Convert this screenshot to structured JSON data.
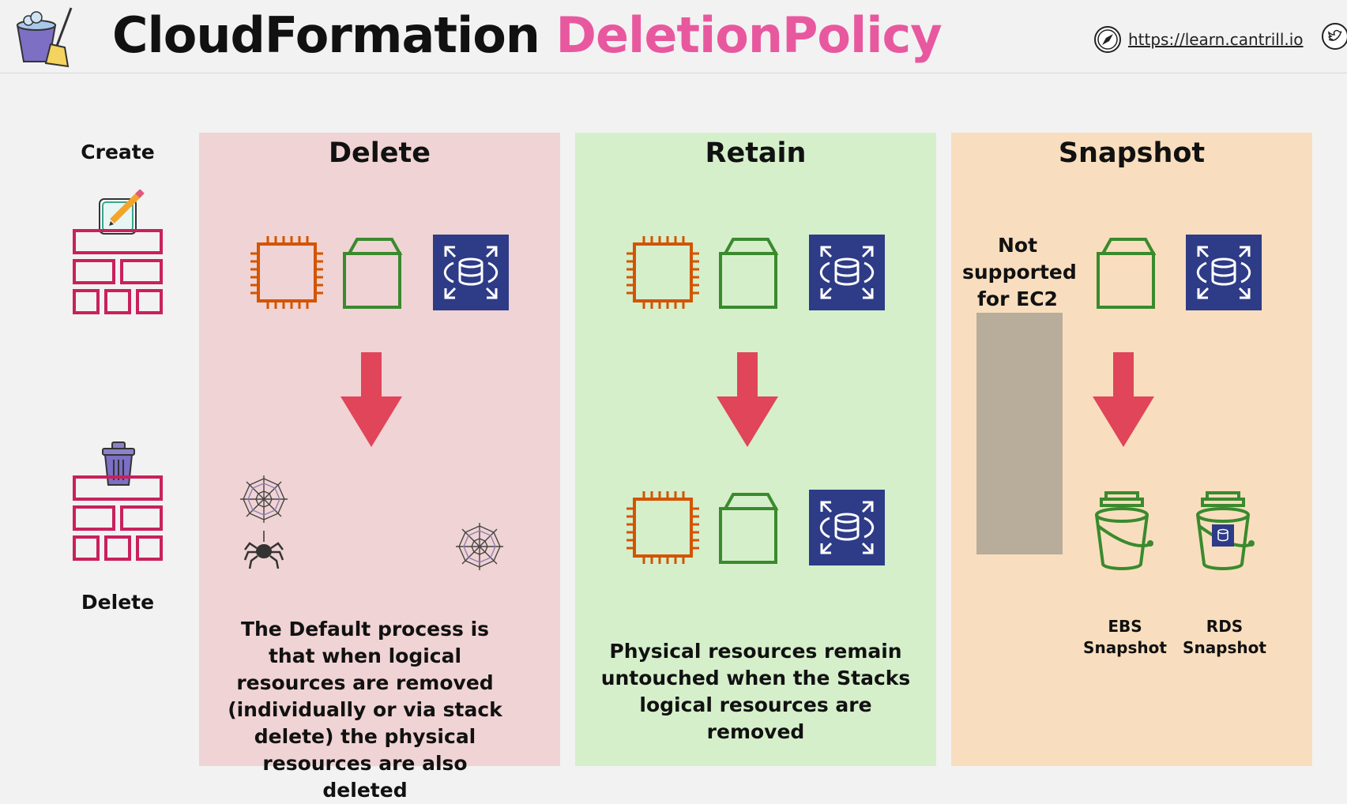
{
  "header": {
    "title_main": "CloudFormation",
    "title_highlight": "DeletionPolicy",
    "site_url": "https://learn.cantrill.io",
    "accent_color": "#e8589f"
  },
  "left": {
    "create_label": "Create",
    "delete_label": "Delete"
  },
  "columns": {
    "delete": {
      "title": "Delete",
      "description": "The Default process is that when logical resources are removed (individually or via stack delete) the physical resources are also deleted",
      "bg": "#f0d3d4"
    },
    "retain": {
      "title": "Retain",
      "description": "Physical resources remain untouched when the Stacks logical resources are removed",
      "bg": "#d5efcb"
    },
    "snapshot": {
      "title": "Snapshot",
      "note": "Not supported for EC2",
      "ebs_caption": "EBS Snapshot",
      "rds_caption": "RDS Snapshot",
      "bg": "#f8debe"
    }
  },
  "colors": {
    "ec2": "#d35400",
    "ebs": "#3a8a2e",
    "rds_bg": "#2e3b87",
    "arrow": "#e0455a",
    "stack": "#c8215c"
  },
  "icons": [
    "bucket-broom-logo",
    "compass-icon",
    "twitter-icon",
    "ec2-chip-icon",
    "ebs-volume-icon",
    "rds-database-icon",
    "down-arrow-icon",
    "cobweb-icon",
    "spider-icon",
    "bucket-icon",
    "stack-icon",
    "pencil-note-icon",
    "trash-can-icon"
  ]
}
